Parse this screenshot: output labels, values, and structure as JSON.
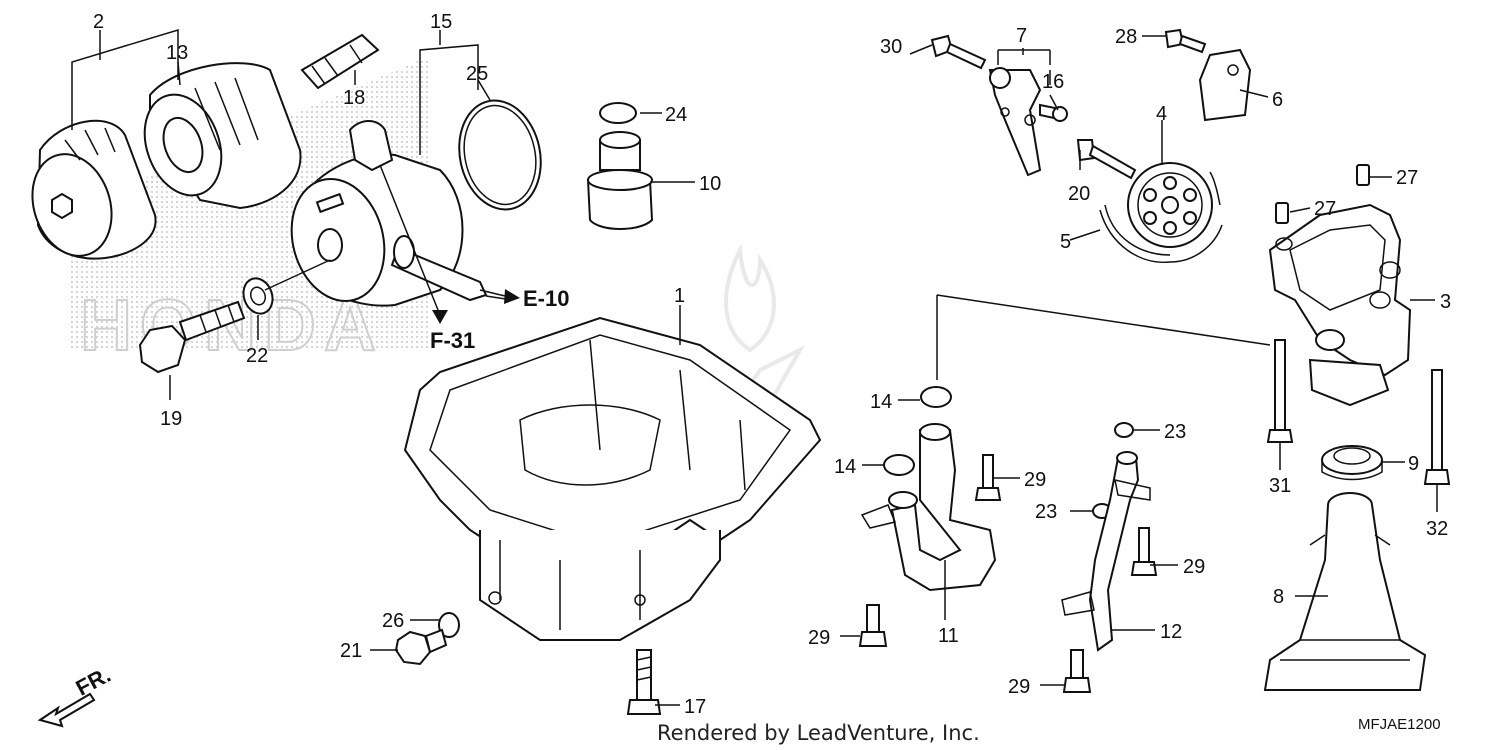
{
  "callouts": {
    "c1": "1",
    "c2": "2",
    "c3": "3",
    "c4": "4",
    "c5": "5",
    "c6": "6",
    "c7": "7",
    "c8": "8",
    "c9": "9",
    "c10": "10",
    "c11": "11",
    "c12": "12",
    "c13": "13",
    "c14a": "14",
    "c14b": "14",
    "c15": "15",
    "c16": "16",
    "c17": "17",
    "c18": "18",
    "c19": "19",
    "c20": "20",
    "c21": "21",
    "c22": "22",
    "c23a": "23",
    "c23b": "23",
    "c24": "24",
    "c25": "25",
    "c26": "26",
    "c27a": "27",
    "c27b": "27",
    "c28": "28",
    "c29a": "29",
    "c29b": "29",
    "c29c": "29",
    "c29d": "29",
    "c30": "30",
    "c31": "31",
    "c32": "32"
  },
  "references": {
    "e10": "E-10",
    "f31": "F-31",
    "front": "FR."
  },
  "diagram_code": "MFJAE1200",
  "credit": "Rendered by LeadVenture, Inc.",
  "watermark": "HONDA",
  "colors": {
    "ink": "#111111",
    "shade": "#9a9a9a",
    "watermark": "#d0d0d0"
  }
}
